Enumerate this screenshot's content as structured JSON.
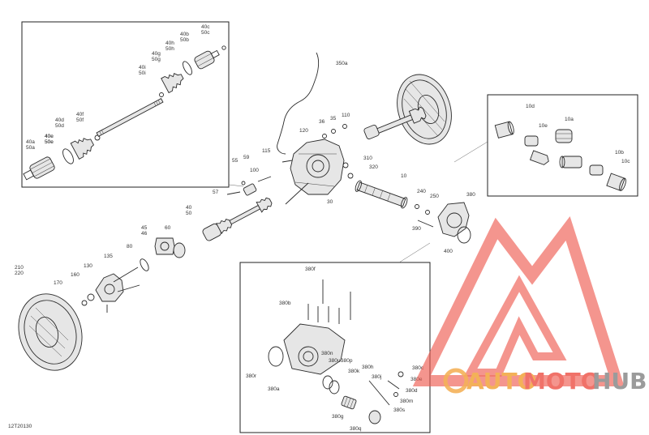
{
  "diagram": {
    "code": "12T20130",
    "labels": [
      {
        "id": "l40a50a",
        "text": "40a\n50a"
      },
      {
        "id": "l40c50c",
        "text": "40c\n50c"
      },
      {
        "id": "l40d50d",
        "text": "40d\n50d"
      },
      {
        "id": "l40e50e",
        "text": "40e\n50e"
      },
      {
        "id": "l40f50f",
        "text": "40f\n50f"
      },
      {
        "id": "l40g50g",
        "text": "40g\n50g"
      },
      {
        "id": "l40h50h",
        "text": "40h\n50h"
      },
      {
        "id": "l40i50i",
        "text": "40i\n50i"
      },
      {
        "id": "l40b50b",
        "text": "40b\n50b"
      },
      {
        "id": "l40e50e2",
        "text": "40e\n50e"
      },
      {
        "id": "l350a",
        "text": "350a"
      },
      {
        "id": "l120",
        "text": "120"
      },
      {
        "id": "l36",
        "text": "36"
      },
      {
        "id": "l35",
        "text": "35"
      },
      {
        "id": "l110",
        "text": "110"
      },
      {
        "id": "l115",
        "text": "115"
      },
      {
        "id": "l310",
        "text": "310"
      },
      {
        "id": "l320",
        "text": "320"
      },
      {
        "id": "l10",
        "text": "10"
      },
      {
        "id": "l240",
        "text": "240"
      },
      {
        "id": "l250",
        "text": "250"
      },
      {
        "id": "l380",
        "text": "380"
      },
      {
        "id": "l390",
        "text": "390"
      },
      {
        "id": "l400",
        "text": "400"
      },
      {
        "id": "l30",
        "text": "30"
      },
      {
        "id": "l55",
        "text": "55"
      },
      {
        "id": "l59",
        "text": "59"
      },
      {
        "id": "l100",
        "text": "100"
      },
      {
        "id": "l57",
        "text": "57"
      },
      {
        "id": "l4050",
        "text": "40\n50"
      },
      {
        "id": "l4546",
        "text": "45\n46"
      },
      {
        "id": "l60",
        "text": "60"
      },
      {
        "id": "l80",
        "text": "80"
      },
      {
        "id": "l135",
        "text": "135"
      },
      {
        "id": "l130",
        "text": "130"
      },
      {
        "id": "l160",
        "text": "160"
      },
      {
        "id": "l170",
        "text": "170"
      },
      {
        "id": "l210220",
        "text": "210\n220"
      },
      {
        "id": "l10d",
        "text": "10d"
      },
      {
        "id": "l10a",
        "text": "10a"
      },
      {
        "id": "l10e",
        "text": "10e"
      },
      {
        "id": "l10b",
        "text": "10b"
      },
      {
        "id": "l10c",
        "text": "10c"
      },
      {
        "id": "l380f",
        "text": "380f"
      },
      {
        "id": "l380b",
        "text": "380b"
      },
      {
        "id": "l380n",
        "text": "380n"
      },
      {
        "id": "l380u",
        "text": "380u"
      },
      {
        "id": "l380p",
        "text": "380p"
      },
      {
        "id": "l380k",
        "text": "380k"
      },
      {
        "id": "l380h",
        "text": "380h"
      },
      {
        "id": "l380c",
        "text": "380c"
      },
      {
        "id": "l380r",
        "text": "380r"
      },
      {
        "id": "l380e",
        "text": "380e"
      },
      {
        "id": "l380d",
        "text": "380d"
      },
      {
        "id": "l380a",
        "text": "380a"
      },
      {
        "id": "l380j",
        "text": "380j"
      },
      {
        "id": "l380m",
        "text": "380m"
      },
      {
        "id": "l380s",
        "text": "380s"
      },
      {
        "id": "l380g",
        "text": "380g"
      },
      {
        "id": "l380q",
        "text": "380q"
      }
    ]
  },
  "watermark": {
    "word_auto": "AUTO",
    "word_moto": "MOTO",
    "word_hub": "HUB",
    "color_red": "#ee5a4f",
    "color_orange": "#f2a43c",
    "color_gray": "#8a8a8a"
  }
}
